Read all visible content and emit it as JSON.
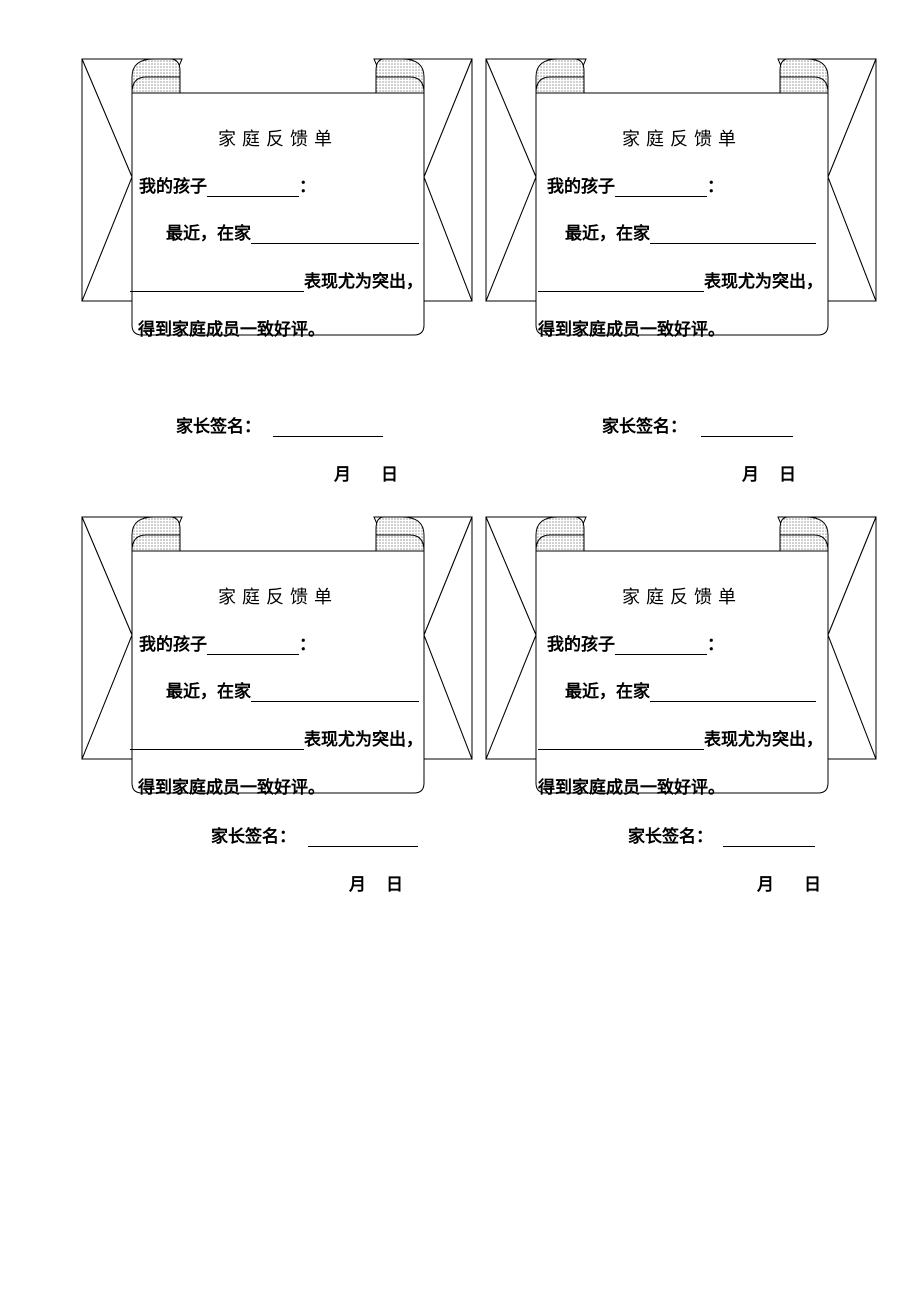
{
  "cards": [
    {
      "title": "家庭反馈单",
      "line1": "我的孩子",
      "colon": "：",
      "line2": "最近，在家",
      "line3": "表现尤为突出，",
      "line4": "得到家庭成员一致好评。"
    },
    {
      "title": "家庭反馈单",
      "line1": "我的孩子",
      "colon": "：",
      "line2": "最近，在家",
      "line3": "表现尤为突出，",
      "line4": "得到家庭成员一致好评。"
    },
    {
      "title": "家庭反馈单",
      "line1": "我的孩子",
      "colon": "：",
      "line2": "最近，在家",
      "line3": "表现尤为突出，",
      "line4": "得到家庭成员一致好评。"
    },
    {
      "title": "家庭反馈单",
      "line1": "我的孩子",
      "colon": "：",
      "line2": "最近，在家",
      "line3": "表现尤为突出，",
      "line4": "得到家庭成员一致好评。"
    }
  ],
  "signatures": [
    {
      "label": "家长签名：",
      "month": "月",
      "day": "日"
    },
    {
      "label": "家长签名：",
      "month": "月",
      "day": "日"
    },
    {
      "label": "家长签名：",
      "month": "月",
      "day": "日"
    },
    {
      "label": "家长签名：",
      "month": "月",
      "day": "日"
    }
  ]
}
